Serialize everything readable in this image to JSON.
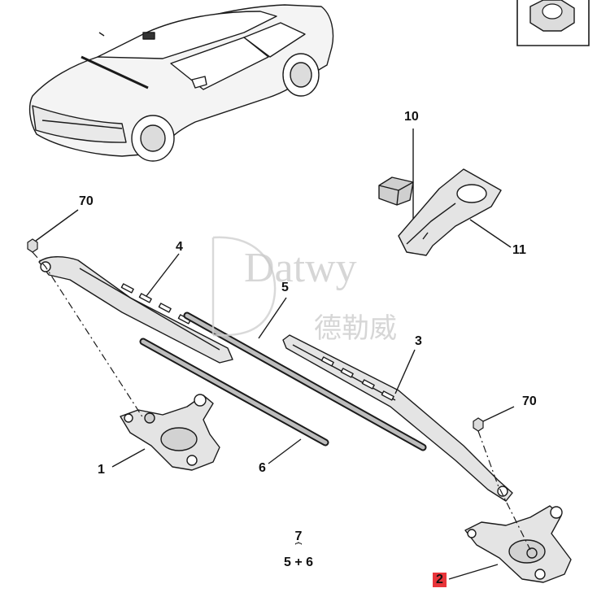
{
  "callouts": {
    "c10": "10",
    "c70_top": "70",
    "c4": "4",
    "c5": "5",
    "c11": "11",
    "c3": "3",
    "c70_right": "70",
    "c1": "1",
    "c6": "6",
    "c2": "2"
  },
  "assembly": {
    "number": "7",
    "brace": "⏞",
    "composition": "5 + 6"
  },
  "watermark": {
    "latin": "Datwy",
    "cjk": "德勒威"
  },
  "colors": {
    "line": "#1a1a1a",
    "part_fill": "#e6e6e6",
    "highlight": "#e8353a",
    "watermark": "#c9c9c9"
  }
}
